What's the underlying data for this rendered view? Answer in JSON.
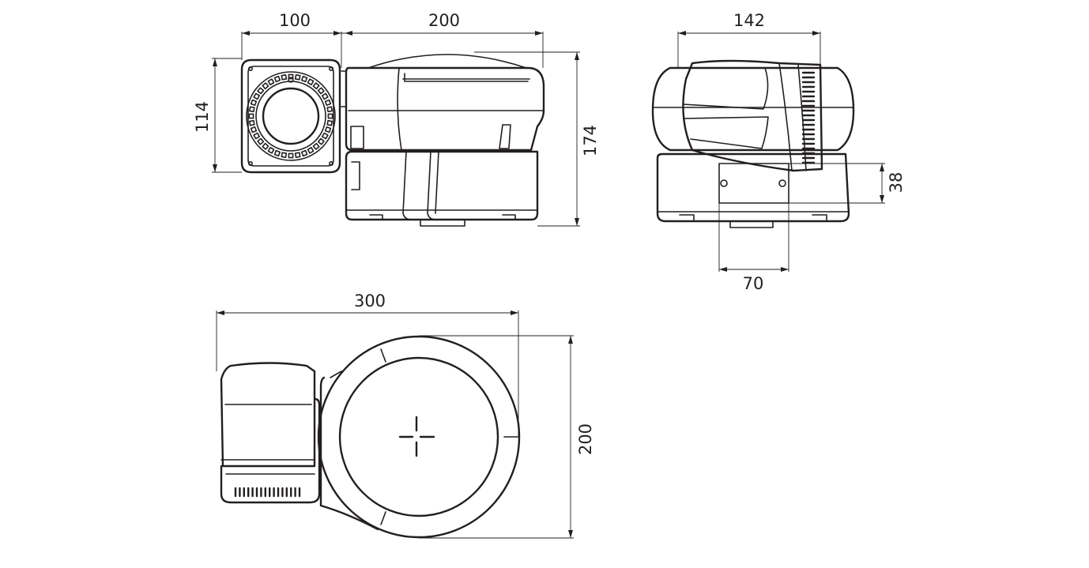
{
  "dimensions": {
    "front_width": "100",
    "body_length": "200",
    "front_height": "114",
    "total_height": "174",
    "side_width": "142",
    "plate_height": "38",
    "plate_width": "70",
    "total_length": "300",
    "base_diameter": "200"
  },
  "colors": {
    "line": "#231f20",
    "background": "#ffffff"
  }
}
